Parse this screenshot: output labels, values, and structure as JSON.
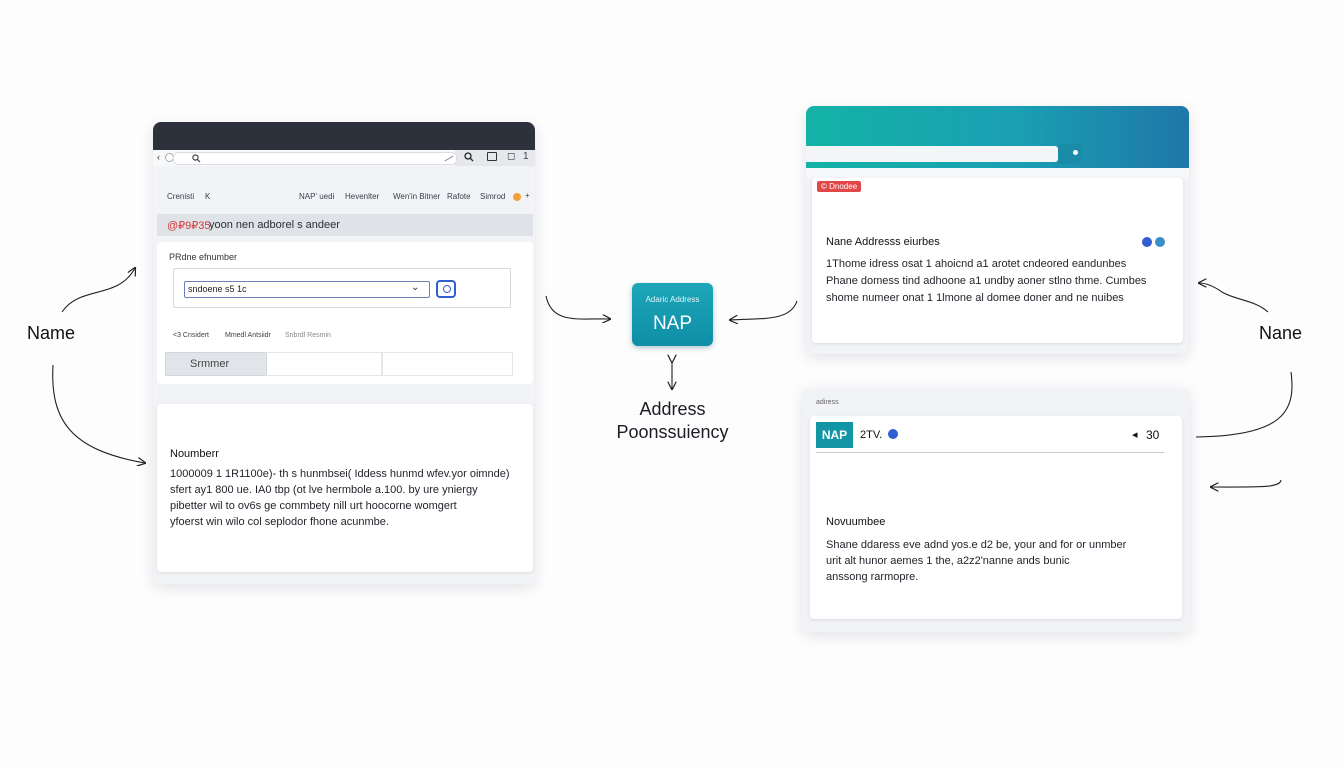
{
  "diagram": {
    "center": {
      "box_top_label": "Adaric Address",
      "box_label": "NAP",
      "caption_line1": "Address",
      "caption_line2": "Poonssuiency"
    },
    "left_side_label": "Name",
    "right_side_label": "Nane"
  },
  "left_browser": {
    "toolbar_icons_right": [
      "◻",
      "1"
    ],
    "menu": {
      "left": [
        "Crenisti",
        "K"
      ],
      "right": [
        "NAP' uedi",
        "Hevenlter",
        "Wen'in Bitner",
        "Rafote",
        "Simrod"
      ]
    },
    "banner": {
      "prefix": "@₽9₽35",
      "text": "yoon nen adborel s andeer"
    },
    "form": {
      "label": "PRdne efnumber",
      "input_value": "sndoene s5 1c",
      "sub_links": [
        "<3 Cnsidert",
        "Mmedl Antsiidr",
        "Snbrdl Resmin"
      ],
      "submit_label": "Srmmer"
    },
    "info": {
      "title": "Noumberr",
      "lines": [
        "1000009 1 1R1100e)- th s hunmbsei( Iddess hunmd wfev.yor oimnde)",
        "sfert ay1 800 ue. IA0 tbp (ot lve hermbole a.100. by ure yniergy",
        "pibetter wil to ov6s ge commbety nill urt hoocorne womgert",
        "yfoerst win wilo col seplodor fhone acunmbe."
      ]
    }
  },
  "right_top_card": {
    "badge": "© Dnodee",
    "title": "Nane Addresss eiurbes",
    "lines": [
      "1Thome idress osat 1 ahoicnd a1 arotet cndeored eandunbes",
      "Phane domess tind adhoone a1 undby aoner stlno thme. Cumbes",
      "shome numeer onat 1 1lmone al domee doner and ne nuibes"
    ]
  },
  "right_bottom_card": {
    "header_small": "adiress",
    "chip": "NAP",
    "chip_text": "2TV.",
    "counter": "30",
    "title": "Novuumbee",
    "lines": [
      "Shane ddaress eve adnd yos.e d2 be, your and for or unmber",
      "urit alt hunor aemes 1 the, a2z2'nanne ands bunic",
      "anssong rarmopre."
    ]
  },
  "colors": {
    "teal": "#1296a6",
    "blue": "#2f5fd0",
    "orange": "#f0a03a",
    "red": "#e14747",
    "dark_bar": "#2c313b"
  }
}
